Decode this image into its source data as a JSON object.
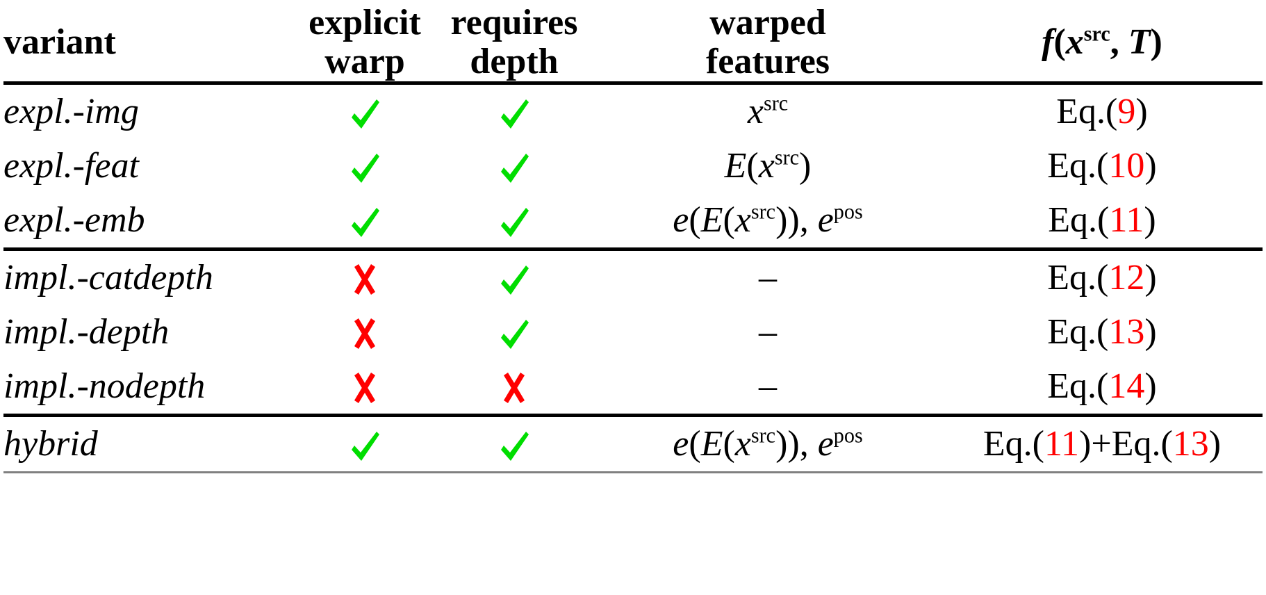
{
  "table": {
    "caption_present": false,
    "columns": [
      {
        "id": "variant",
        "label_line1": "variant",
        "label_line2": ""
      },
      {
        "id": "warp",
        "label_line1": "explicit",
        "label_line2": "warp"
      },
      {
        "id": "depth",
        "label_line1": "requires",
        "label_line2": "depth"
      },
      {
        "id": "features",
        "label_line1": "warped",
        "label_line2": "features"
      },
      {
        "id": "fn",
        "label_line1": "f(x^src, T)",
        "label_line2": ""
      }
    ],
    "header_math": {
      "f": "f",
      "open_paren": "(",
      "x": "x",
      "x_sup": "src",
      "comma": ", ",
      "T": "T",
      "close_paren": ")"
    },
    "marks": {
      "yes_symbol": "✓",
      "no_symbol": "✗",
      "dash_symbol": "–",
      "yes_color": "#00dd00",
      "no_color": "#ff0000"
    },
    "eq_prefix": "Eq.",
    "eq_open": "(",
    "eq_close": ")",
    "eq_plus": "+",
    "eq_number_color": "#ff0000",
    "groups": [
      {
        "id": "explicit",
        "rows": [
          {
            "variant": "expl.-img",
            "explicit_warp": "yes",
            "requires_depth": "yes",
            "warped_features": "x^src",
            "features_parts": [
              {
                "t": "x",
                "style": "italic"
              },
              {
                "t": "src",
                "style": "sup"
              }
            ],
            "eq_refs": [
              "9"
            ]
          },
          {
            "variant": "expl.-feat",
            "explicit_warp": "yes",
            "requires_depth": "yes",
            "warped_features": "E(x^src)",
            "features_parts": [
              {
                "t": "E",
                "style": "italic"
              },
              {
                "t": "(",
                "style": "upright"
              },
              {
                "t": "x",
                "style": "italic"
              },
              {
                "t": "src",
                "style": "sup"
              },
              {
                "t": ")",
                "style": "upright"
              }
            ],
            "eq_refs": [
              "10"
            ]
          },
          {
            "variant": "expl.-emb",
            "explicit_warp": "yes",
            "requires_depth": "yes",
            "warped_features": "e(E(x^src)), e^pos",
            "features_parts": [
              {
                "t": "e",
                "style": "italic"
              },
              {
                "t": "(",
                "style": "upright"
              },
              {
                "t": "E",
                "style": "italic"
              },
              {
                "t": "(",
                "style": "upright"
              },
              {
                "t": "x",
                "style": "italic"
              },
              {
                "t": "src",
                "style": "sup"
              },
              {
                "t": "))",
                "style": "upright"
              },
              {
                "t": ", ",
                "style": "upright"
              },
              {
                "t": "e",
                "style": "italic"
              },
              {
                "t": "pos",
                "style": "sup"
              }
            ],
            "eq_refs": [
              "11"
            ]
          }
        ]
      },
      {
        "id": "implicit",
        "rows": [
          {
            "variant": "impl.-catdepth",
            "explicit_warp": "no",
            "requires_depth": "yes",
            "warped_features": "–",
            "features_parts": [
              {
                "t": "–",
                "style": "upright"
              }
            ],
            "eq_refs": [
              "12"
            ]
          },
          {
            "variant": "impl.-depth",
            "explicit_warp": "no",
            "requires_depth": "yes",
            "warped_features": "–",
            "features_parts": [
              {
                "t": "–",
                "style": "upright"
              }
            ],
            "eq_refs": [
              "13"
            ]
          },
          {
            "variant": "impl.-nodepth",
            "explicit_warp": "no",
            "requires_depth": "no",
            "warped_features": "–",
            "features_parts": [
              {
                "t": "–",
                "style": "upright"
              }
            ],
            "eq_refs": [
              "14"
            ]
          }
        ]
      },
      {
        "id": "hybrid",
        "rows": [
          {
            "variant": "hybrid",
            "explicit_warp": "yes",
            "requires_depth": "yes",
            "warped_features": "e(E(x^src)), e^pos",
            "features_parts": [
              {
                "t": "e",
                "style": "italic"
              },
              {
                "t": "(",
                "style": "upright"
              },
              {
                "t": "E",
                "style": "italic"
              },
              {
                "t": "(",
                "style": "upright"
              },
              {
                "t": "x",
                "style": "italic"
              },
              {
                "t": "src",
                "style": "sup"
              },
              {
                "t": "))",
                "style": "upright"
              },
              {
                "t": ", ",
                "style": "upright"
              },
              {
                "t": "e",
                "style": "italic"
              },
              {
                "t": "pos",
                "style": "sup"
              }
            ],
            "eq_refs": [
              "11",
              "13"
            ]
          }
        ]
      }
    ]
  }
}
